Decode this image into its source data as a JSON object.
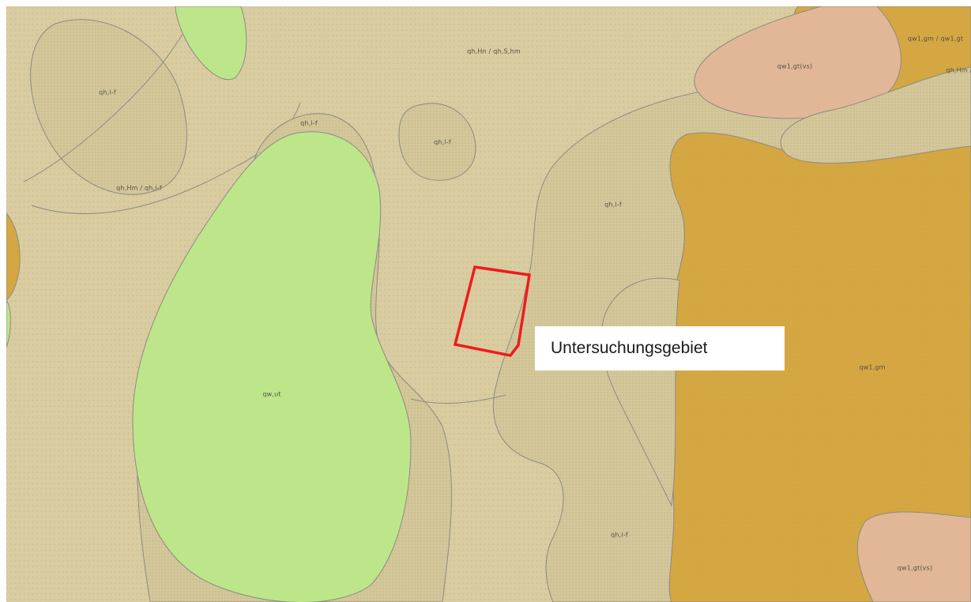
{
  "map": {
    "colors": {
      "background": "#d8cca0",
      "loess_dotted": "#d2c699",
      "green_unit": "#bde68a",
      "brown_unit": "#d4a743",
      "pink_unit": "#e1b797",
      "boundary": "#8d8a82",
      "study_area": "#ee1c1c"
    },
    "labels": {
      "l1": "qh,Hn / qh,S,hm",
      "l2": "qw1,gm / qw1,gt",
      "l3": "qw1,gt(vs)",
      "l4": "qh,Hm /",
      "l5": "qh,l-f",
      "l6": "qh,l-f",
      "l7": "qh,l-f",
      "l8": "qh,Hm / qh,l-f",
      "l9": "qh,l-f",
      "l10": "qw,ut",
      "l11": "qw1,gm",
      "l12": "qh,l-f",
      "l13": "qw1,gt(vs)"
    },
    "study_area_label": "Untersuchungsgebiet"
  }
}
